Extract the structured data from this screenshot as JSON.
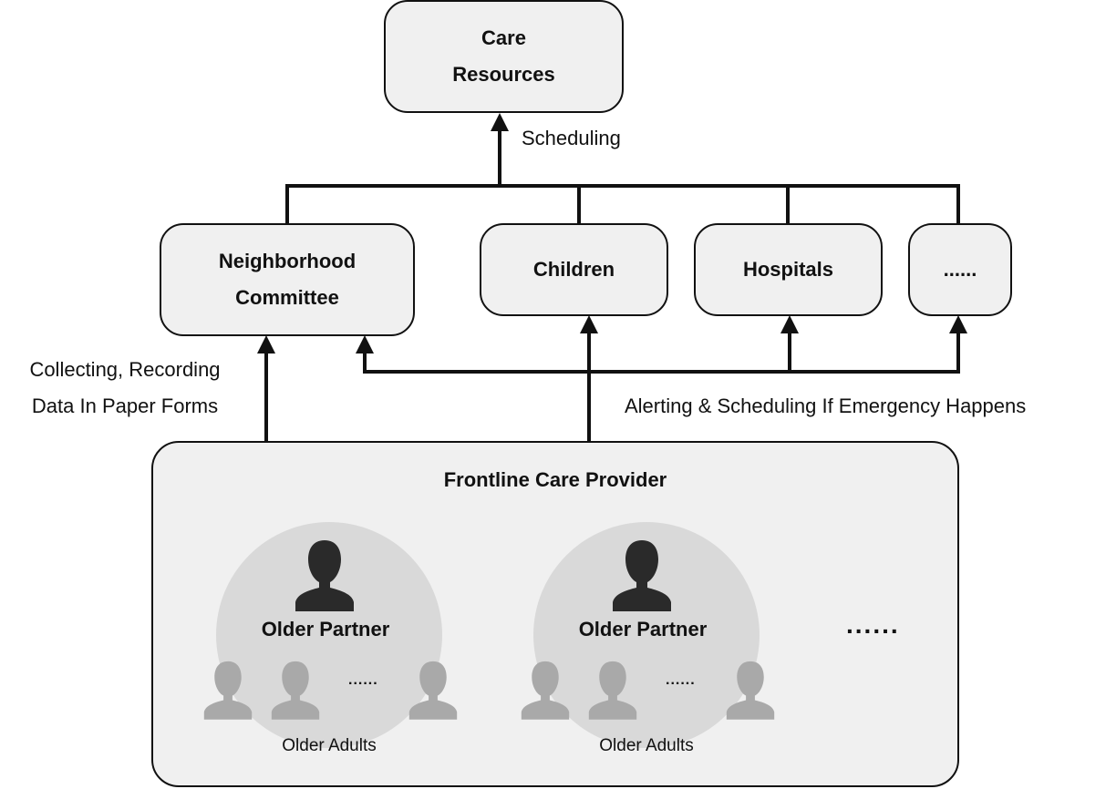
{
  "nodes": {
    "care_resources": [
      "Care",
      "Resources"
    ],
    "neighborhood_committee": [
      "Neighborhood",
      "Committee"
    ],
    "children": "Children",
    "hospitals": "Hospitals",
    "more": "......",
    "frontline": "Frontline Care Provider"
  },
  "edge_labels": {
    "scheduling": "Scheduling",
    "collecting": [
      "Collecting, Recording",
      "Data In Paper Forms"
    ],
    "alerting": "Alerting & Scheduling If Emergency Happens"
  },
  "groups": [
    {
      "partner": "Older Partner",
      "adults": "Older Adults",
      "dots": "......"
    },
    {
      "partner": "Older Partner",
      "adults": "Older Adults",
      "dots": "......"
    }
  ],
  "more_groups": "......",
  "colors": {
    "box_fill": "#f0f0f0",
    "stroke": "#111111",
    "circle_fill": "#d9d9d9",
    "partner_icon": "#2a2a2a",
    "adult_icon": "#a9a9a9"
  }
}
